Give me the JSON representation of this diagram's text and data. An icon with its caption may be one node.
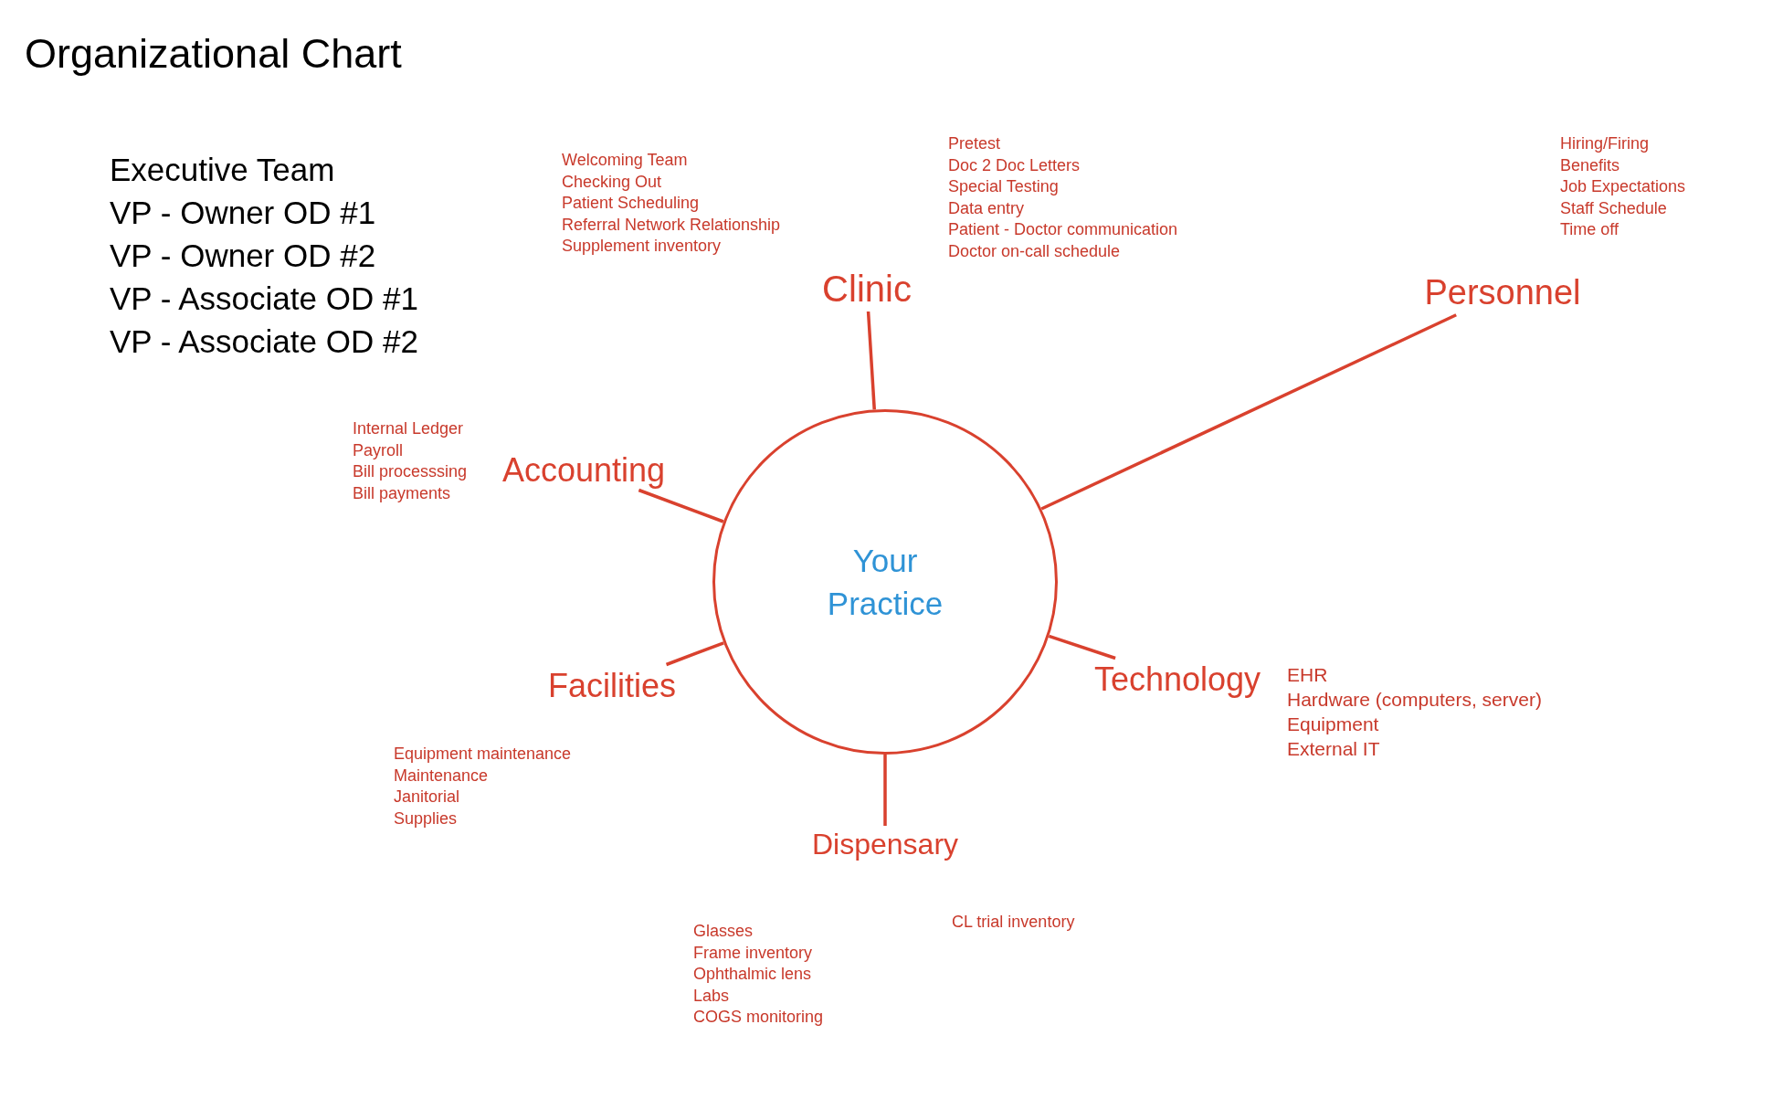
{
  "diagram": {
    "title": "Organizational Chart",
    "nodes": [
      {
        "text": [
          "Your Practice"
        ]
      },
      {
        "text": [
          "Clinic"
        ],
        "beside": [
          "Welcoming Team",
          "Checking Out",
          "Patient Scheduling",
          "Referral Network Relationship",
          "Supplement inventory",
          "Pretest",
          "Doc 2 Doc Letters",
          "Special Testing",
          "Data entry",
          "Patient - Doctor communication",
          "Doctor on-call schedule"
        ]
      },
      {
        "text": [
          "Personnel"
        ],
        "beside": [
          "Hiring/Firing",
          "Benefits",
          "Job Expectations",
          "Staff Schedule",
          "Time off"
        ]
      },
      {
        "text": [
          "Accounting"
        ],
        "beside": [
          "Internal Ledger",
          "Payroll",
          "Bill processsing",
          "Bill payments"
        ]
      },
      {
        "text": [
          "Facilities"
        ],
        "beside": [
          "Equipment maintenance",
          "Maintenance",
          "Janitorial",
          "Supplies"
        ]
      },
      {
        "text": [
          "Technology"
        ],
        "beside": [
          "EHR",
          "Hardware (computers, server)",
          "Equipment",
          "External IT"
        ]
      },
      {
        "text": [
          "Dispensary"
        ],
        "beside": [
          "Glasses",
          "Frame inventory",
          "Ophthalmic lens",
          "Labs",
          "COGS monitoring",
          "CL trial inventory"
        ]
      }
    ],
    "edges": [
      {
        "from": 0,
        "to": 1,
        "arrow": "none"
      },
      {
        "from": 0,
        "to": 2,
        "arrow": "none"
      },
      {
        "from": 0,
        "to": 3,
        "arrow": "none"
      },
      {
        "from": 0,
        "to": 4,
        "arrow": "none"
      },
      {
        "from": 0,
        "to": 5,
        "arrow": "none"
      },
      {
        "from": 0,
        "to": 6,
        "arrow": "none"
      }
    ],
    "labels": [
      "Executive Team",
      "VP - Owner OD #1",
      "VP - Owner OD #2",
      "VP - Associate OD #1",
      "VP - Associate OD #2"
    ]
  }
}
